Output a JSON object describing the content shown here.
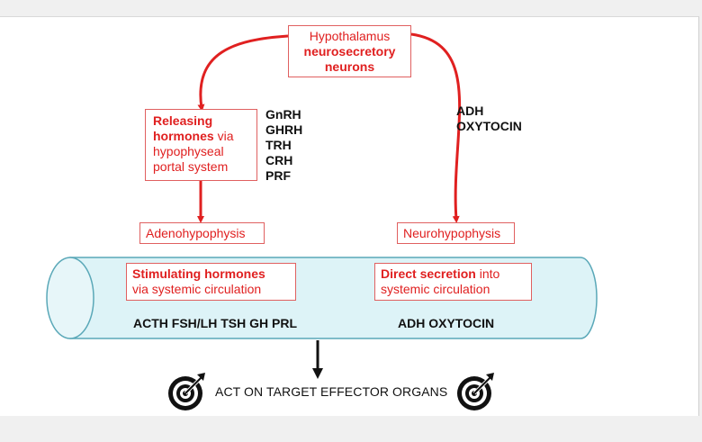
{
  "hypothalamus": {
    "line1": "Hypothalamus",
    "line2": "neurosecretory",
    "line3": "neurons"
  },
  "releasing": {
    "line1_bold": "Releasing",
    "line2_bold": "hormones",
    "line2_rest": " via",
    "line3": "hypophyseal",
    "line4": "portal system"
  },
  "releasing_hormones": [
    "GnRH",
    "GHRH",
    "TRH",
    "CRH",
    "PRF"
  ],
  "posterior_hormones": [
    "ADH",
    "OXYTOCIN"
  ],
  "adeno": {
    "label": "Adenohypophysis"
  },
  "neuro": {
    "label": "Neurohypophysis"
  },
  "stimulating": {
    "bold": "Stimulating hormones",
    "rest": "via systemic circulation"
  },
  "direct": {
    "bold": "Direct secretion",
    "rest1": " into",
    "rest2": "systemic circulation"
  },
  "anterior_list": "ACTH FSH/LH TSH GH PRL",
  "posterior_list": "ADH OXYTOCIN",
  "footer": {
    "text": "ACT ON TARGET EFFECTOR ORGANS"
  },
  "icons": {
    "target": "target-icon"
  },
  "colors": {
    "red": "#e02020",
    "tube_fill": "#ddf3f7",
    "tube_stroke": "#5aa8b8"
  }
}
